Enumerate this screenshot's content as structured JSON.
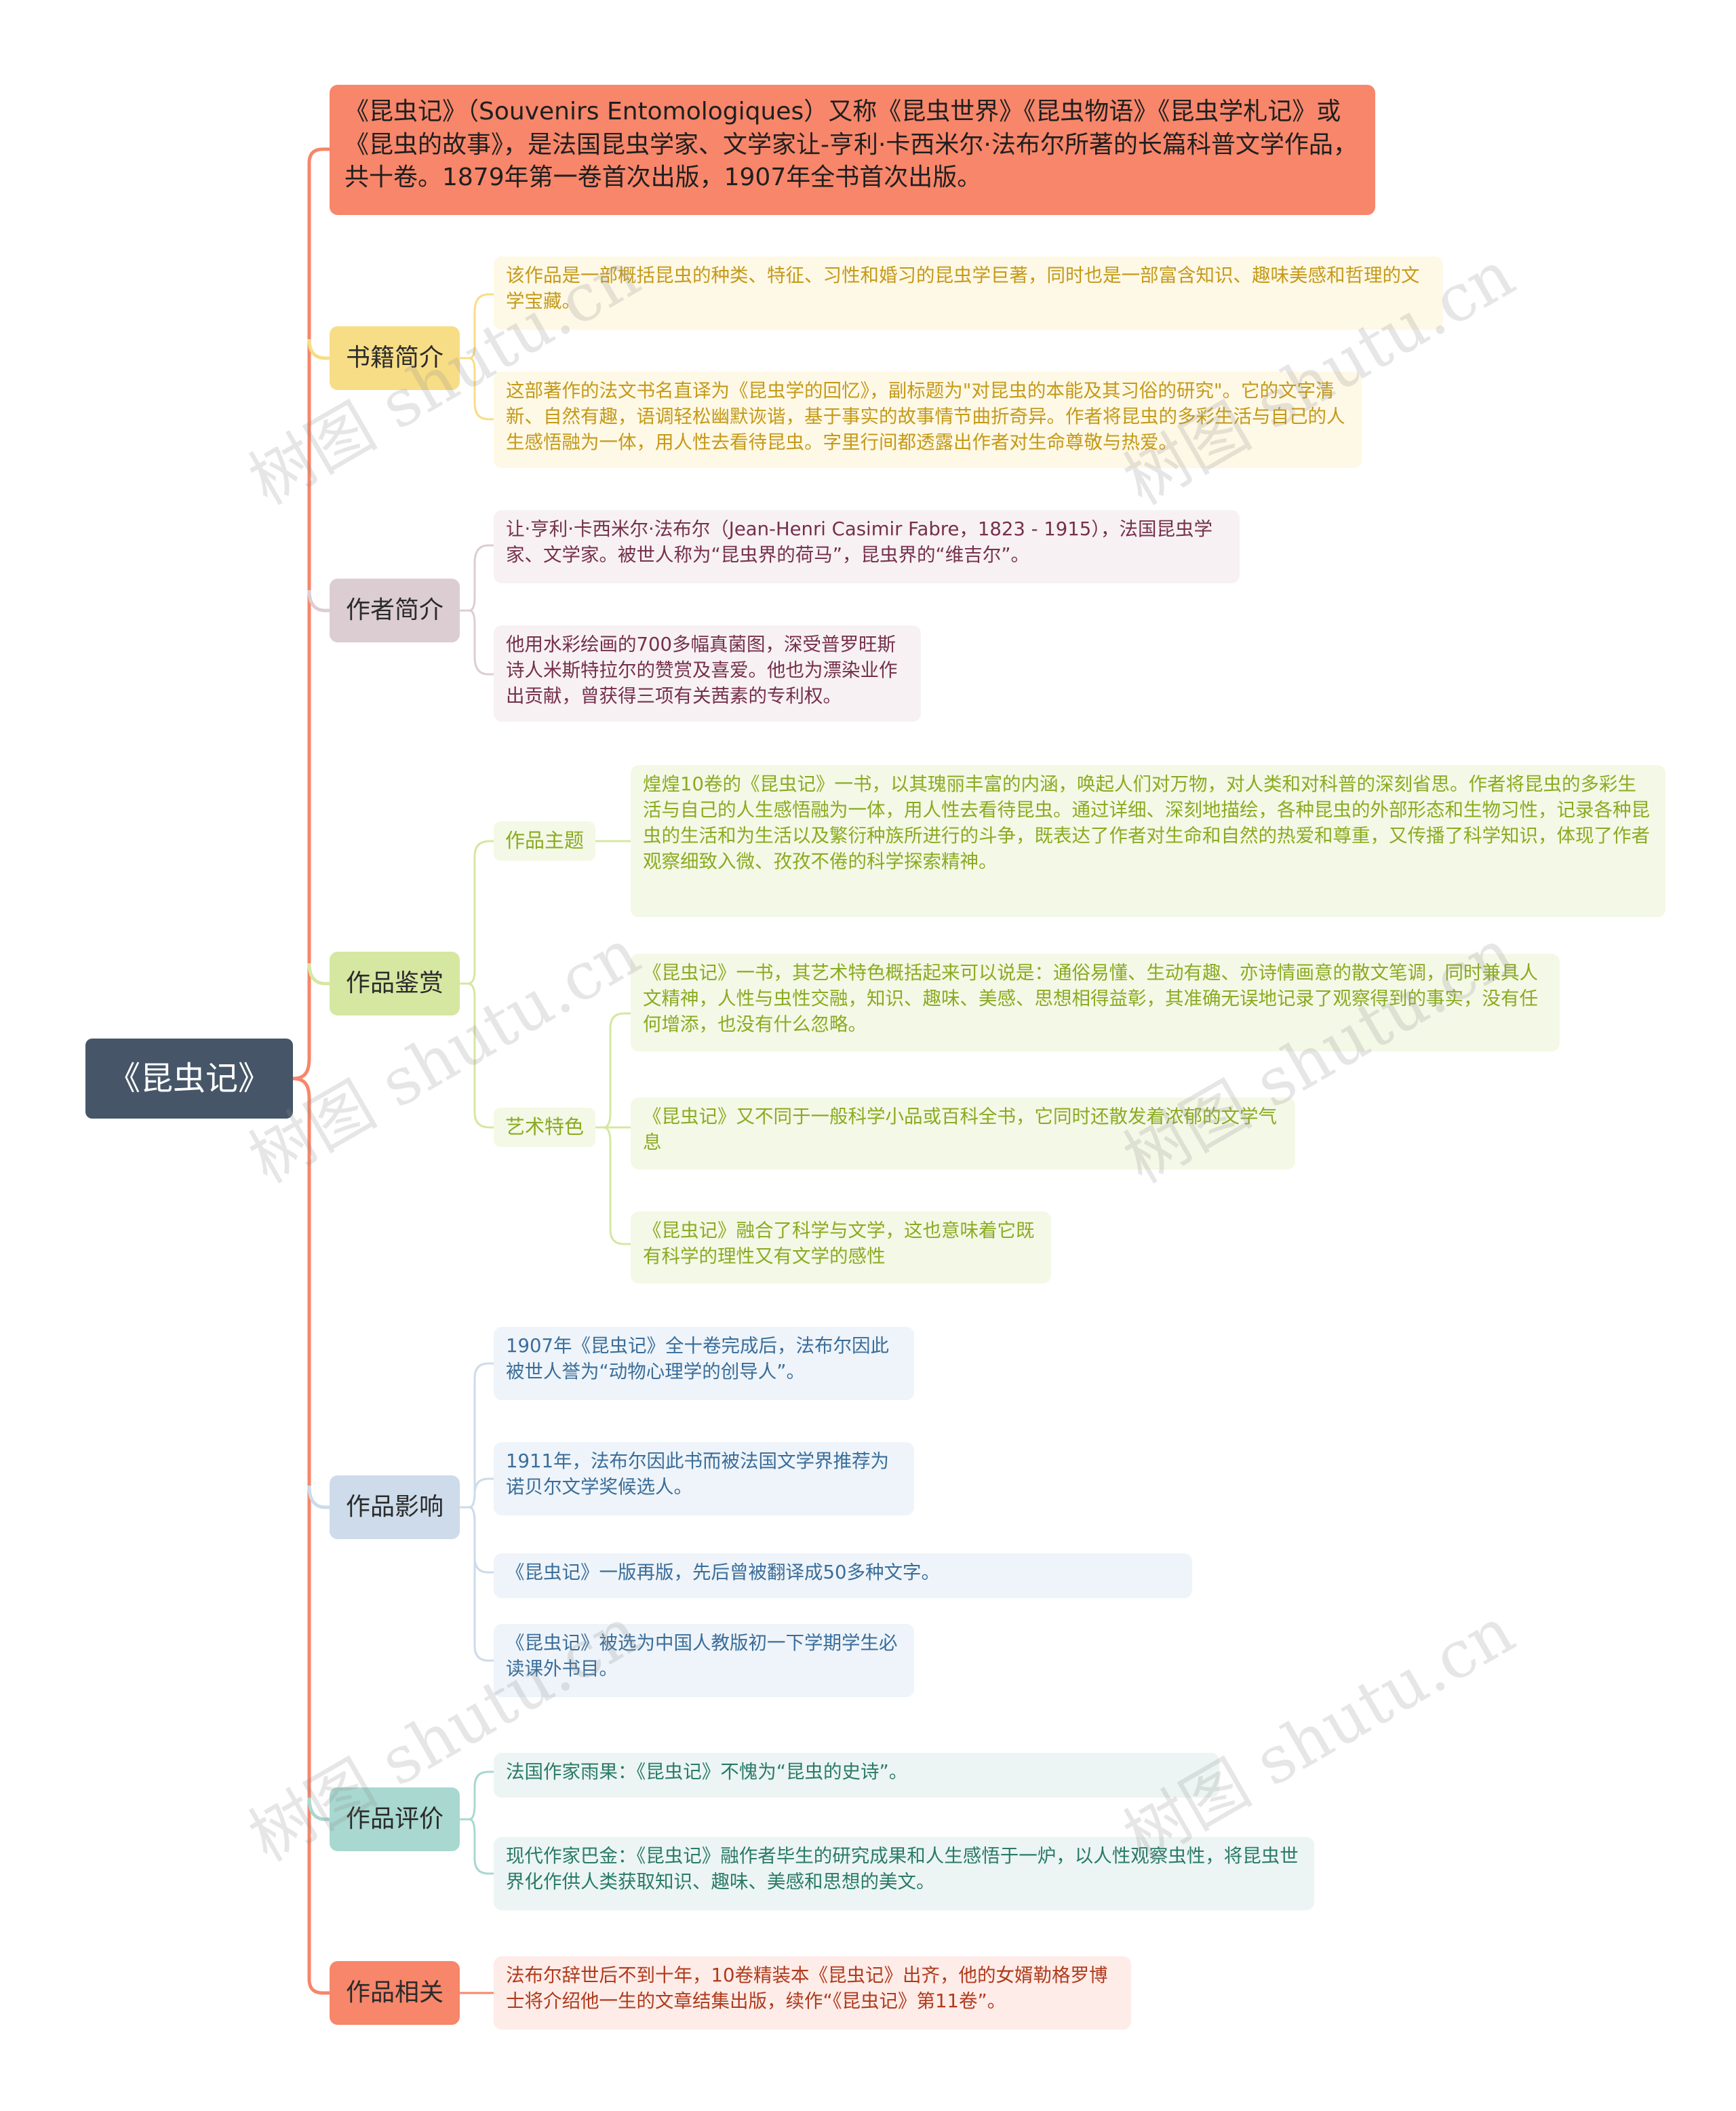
{
  "root": {
    "title": "《昆虫记》"
  },
  "description": "《昆虫记》（Souvenirs Entomologiques）又称《昆虫世界》《昆虫物语》《昆虫学札记》或《昆虫的故事》，是法国昆虫学家、文学家让-亨利·卡西米尔·法布尔所著的长篇科普文学作品，共十卷。1879年第一卷首次出版，1907年全书首次出版。",
  "branches": {
    "book_intro": {
      "label": "书籍简介",
      "items": [
        "该作品是一部概括昆虫的种类、特征、习性和婚习的昆虫学巨著，同时也是一部富含知识、趣味美感和哲理的文学宝藏。",
        "这部著作的法文书名直译为《昆虫学的回忆》，副标题为\"对昆虫的本能及其习俗的研究\"。它的文字清新、自然有趣，语调轻松幽默诙谐，基于事实的故事情节曲折奇异。作者将昆虫的多彩生活与自己的人生感悟融为一体，用人性去看待昆虫。字里行间都透露出作者对生命尊敬与热爱。"
      ]
    },
    "author_intro": {
      "label": "作者简介",
      "items": [
        "让·亨利·卡西米尔·法布尔（Jean-Henri Casimir Fabre，1823 - 1915），法国昆虫学家、文学家。被世人称为“昆虫界的荷马”，昆虫界的“维吉尔”。",
        "他用水彩绘画的700多幅真菌图，深受普罗旺斯诗人米斯特拉尔的赞赏及喜爱。他也为漂染业作出贡献，曾获得三项有关茜素的专利权。"
      ]
    },
    "appreciation": {
      "label": "作品鉴赏",
      "theme": {
        "label": "作品主题",
        "items": [
          "煌煌10卷的《昆虫记》一书，以其瑰丽丰富的内涵，唤起人们对万物，对人类和对科普的深刻省思。作者将昆虫的多彩生活与自己的人生感悟融为一体，用人性去看待昆虫。通过详细、深刻地描绘，各种昆虫的外部形态和生物习性，记录各种昆虫的生活和为生活以及繁衍种族所进行的斗争，既表达了作者对生命和自然的热爱和尊重，又传播了科学知识，体现了作者观察细致入微、孜孜不倦的科学探索精神。"
        ]
      },
      "art": {
        "label": "艺术特色",
        "items": [
          "《昆虫记》一书，其艺术特色概括起来可以说是：通俗易懂、生动有趣、亦诗情画意的散文笔调，同时兼具人文精神，人性与虫性交融，知识、趣味、美感、思想相得益彰，其准确无误地记录了观察得到的事实，没有任何增添，也没有什么忽略。",
          "《昆虫记》又不同于一般科学小品或百科全书，它同时还散发着浓郁的文学气息",
          "《昆虫记》融合了科学与文学，这也意味着它既有科学的理性又有文学的感性"
        ]
      }
    },
    "influence": {
      "label": "作品影响",
      "items": [
        "1907年《昆虫记》全十卷完成后，法布尔因此被世人誉为“动物心理学的创导人”。",
        "1911年，法布尔因此书而被法国文学界推荐为诺贝尔文学奖候选人。",
        "《昆虫记》一版再版，先后曾被翻译成50多种文字。",
        "《昆虫记》被选为中国人教版初一下学期学生必读课外书目。"
      ]
    },
    "evaluation": {
      "label": "作品评价",
      "items": [
        "法国作家雨果：《昆虫记》不愧为“昆虫的史诗”。",
        "现代作家巴金：《昆虫记》融作者毕生的研究成果和人生感悟于一炉，以人性观察虫性，将昆虫世界化作供人类获取知识、趣味、美感和思想的美文。"
      ]
    },
    "related": {
      "label": "作品相关",
      "items": [
        "法布尔辞世后不到十年，10卷精装本《昆虫记》出齐，他的女婿勒格罗博士将介绍他一生的文章结集出版，续作“《昆虫记》第11卷”。"
      ]
    }
  },
  "watermark": "树图 shutu.cn",
  "colors": {
    "root": "#465668",
    "top": "#f7866a",
    "book_intro": "#f8dd87",
    "author_intro": "#dccdd3",
    "appreciation": "#d6e7a1",
    "influence": "#cddbea",
    "evaluation": "#a8d8cf",
    "related": "#f7866a"
  }
}
